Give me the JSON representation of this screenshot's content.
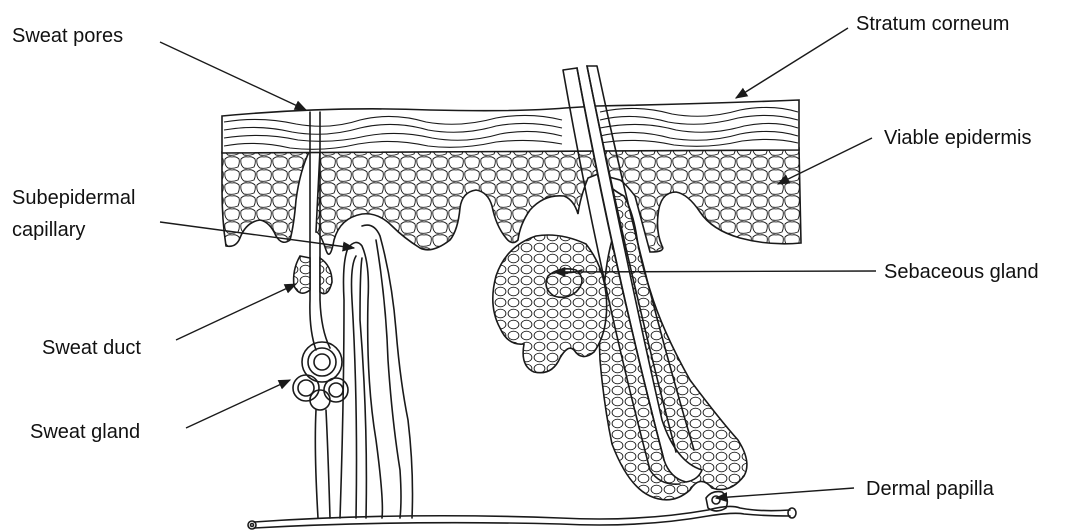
{
  "labels": {
    "sweat_pores": "Sweat pores",
    "stratum_corneum": "Stratum corneum",
    "viable_epidermis": "Viable epidermis",
    "subepidermal_capillary_line1": "Subepidermal",
    "subepidermal_capillary_line2": "capillary",
    "sebaceous_gland": "Sebaceous gland",
    "sweat_duct": "Sweat duct",
    "sweat_gland": "Sweat gland",
    "dermal_papilla": "Dermal papilla"
  }
}
